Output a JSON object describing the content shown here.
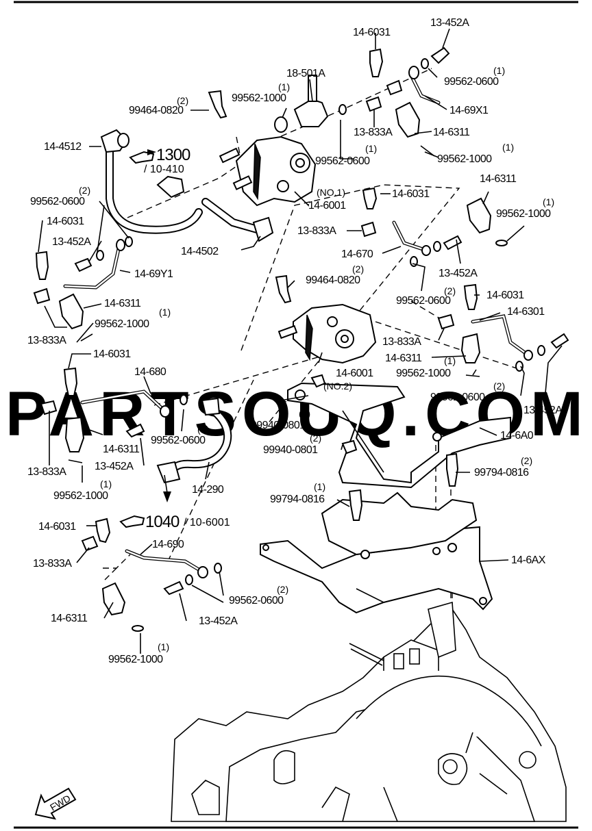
{
  "diagram": {
    "watermark": "PARTSOUQ.COM",
    "direction_label": "FWD",
    "callouts": [
      {
        "part": "13-452A"
      },
      {
        "part": "14-6031"
      },
      {
        "part": "99562-0600",
        "qty": "(1)"
      },
      {
        "part": "18-501A"
      },
      {
        "part": "99562-1000",
        "qty": "(1)"
      },
      {
        "part": "99464-0820",
        "qty": "(2)"
      },
      {
        "part": "14-69X1"
      },
      {
        "part": "13-833A"
      },
      {
        "part": "14-6311"
      },
      {
        "part": "14-4512"
      },
      {
        "part": "99562-0600",
        "qty": "(1)"
      },
      {
        "part": "99562-1000",
        "qty": "(1)"
      },
      {
        "part": "99562-0600",
        "qty": "(2)"
      },
      {
        "part": "14-6031"
      },
      {
        "part": "14-6311"
      },
      {
        "part": "14-6001",
        "qty": "(NO.1)"
      },
      {
        "part": "14-6031"
      },
      {
        "part": "99562-1000",
        "qty": "(1)"
      },
      {
        "part": "13-452A"
      },
      {
        "part": "13-833A"
      },
      {
        "part": "14-4502"
      },
      {
        "part": "14-670"
      },
      {
        "part": "14-69Y1"
      },
      {
        "part": "99464-0820",
        "qty": "(2)"
      },
      {
        "part": "13-452A"
      },
      {
        "part": "14-6311"
      },
      {
        "part": "99562-0600"
      },
      {
        "part": "14-6031",
        "qty": "(2)"
      },
      {
        "part": "99562-1000",
        "qty": "(1)"
      },
      {
        "part": "14-6301"
      },
      {
        "part": "13-833A"
      },
      {
        "part": "13-833A"
      },
      {
        "part": "14-6031"
      },
      {
        "part": "14-6311"
      },
      {
        "part": "99562-1000",
        "qty": "(1)"
      },
      {
        "part": "14-680"
      },
      {
        "part": "14-6001",
        "qty": "(NO.2)"
      },
      {
        "part": "99562-0600",
        "qty": "(2)"
      },
      {
        "part": "99940-0801",
        "qty": "(1)"
      },
      {
        "part": "13-452A"
      },
      {
        "part": "99562-0600",
        "qty": "(2)"
      },
      {
        "part": "14-6A0"
      },
      {
        "part": "14-6311"
      },
      {
        "part": "99940-0801",
        "qty": "(2)"
      },
      {
        "part": "13-452A"
      },
      {
        "part": "13-833A"
      },
      {
        "part": "99794-0816",
        "qty": "(2)"
      },
      {
        "part": "99562-1000",
        "qty": "(1)"
      },
      {
        "part": "14-290"
      },
      {
        "part": "99794-0816",
        "qty": "(1)"
      },
      {
        "part": "14-6031"
      },
      {
        "part": "14-690"
      },
      {
        "part": "14-6AX"
      },
      {
        "part": "13-833A"
      },
      {
        "part": "99562-0600",
        "qty": "(2)"
      },
      {
        "part": "14-6311"
      },
      {
        "part": "13-452A"
      },
      {
        "part": "99562-1000",
        "qty": "(1)"
      }
    ],
    "section_refs": [
      {
        "main": "1300",
        "sub": "/ 10-410"
      },
      {
        "main": "1040",
        "sub": "/ 10-6001"
      }
    ]
  }
}
